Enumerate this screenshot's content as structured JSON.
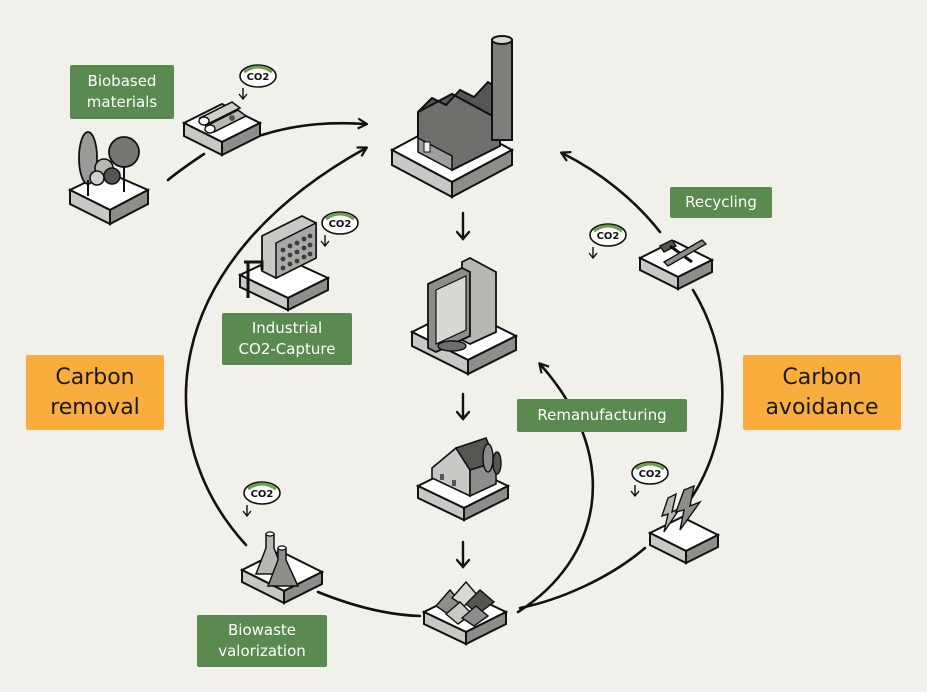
{
  "categories": {
    "removal": [
      "Carbon",
      "removal"
    ],
    "avoidance": [
      "Carbon",
      "avoidance"
    ]
  },
  "labels": {
    "biobased": [
      "Biobased",
      "materials"
    ],
    "industrial": [
      "Industrial",
      "CO2-Capture"
    ],
    "recycling": "Recycling",
    "remanufacturing": "Remanufacturing",
    "biowaste": [
      "Biowaste",
      "valorization"
    ]
  },
  "co2_text": "CO2",
  "colors": {
    "background": "#f2f0ea",
    "label_green": "#5b8a51",
    "category_orange": "#f9ad3c",
    "line": "#111111"
  }
}
